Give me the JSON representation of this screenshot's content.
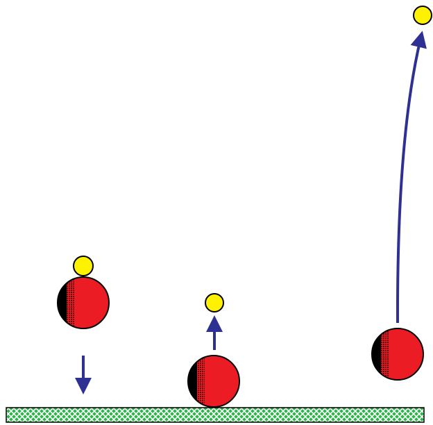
{
  "colors": {
    "big_ball": "#ec1c24",
    "big_ball_shadow": "#000000",
    "small_ball": "#fff200",
    "arrow": "#2e3192",
    "ground": "#2bb34a",
    "ground_hatch": "#ffffff",
    "outline": "#000000"
  },
  "icons": {
    "big_ball": "red-ball-icon",
    "small_ball": "yellow-ball-icon",
    "arrow": "arrow-icon"
  },
  "stages": [
    {
      "id": "before-impact",
      "arrow_direction": "down"
    },
    {
      "id": "on-ground",
      "arrow_direction": "up"
    },
    {
      "id": "after-bounce",
      "arrow_direction": "up"
    }
  ]
}
